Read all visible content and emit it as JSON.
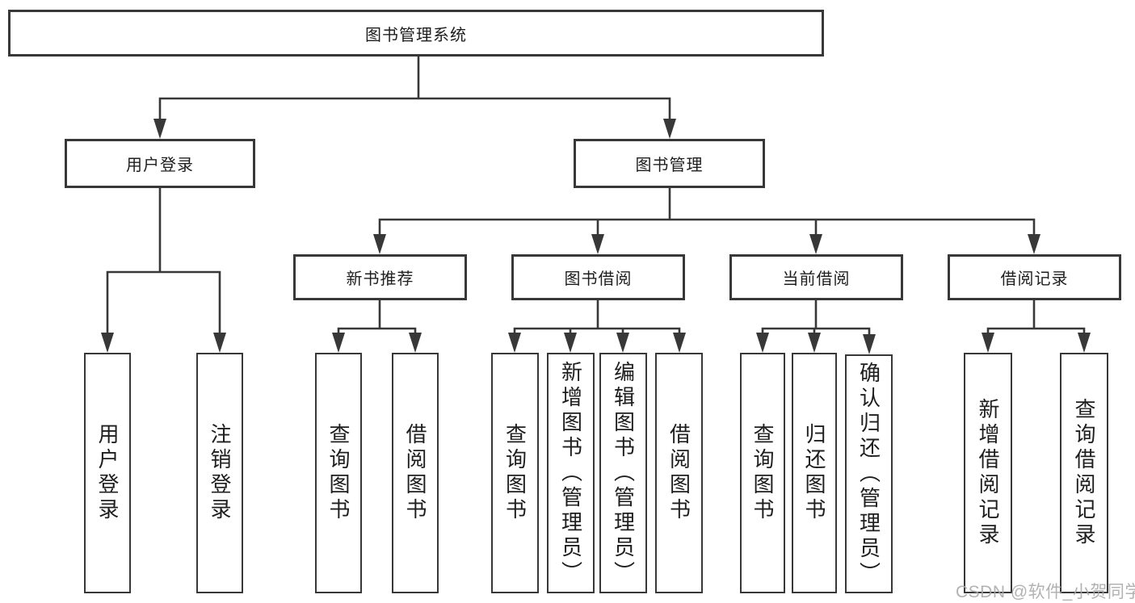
{
  "diagram": {
    "root": {
      "label": "图书管理系统"
    },
    "level2": [
      {
        "label": "用户登录"
      },
      {
        "label": "图书管理"
      }
    ],
    "level3": [
      {
        "label": "新书推荐"
      },
      {
        "label": "图书借阅"
      },
      {
        "label": "当前借阅"
      },
      {
        "label": "借阅记录"
      }
    ],
    "leaves": {
      "user_login": [
        {
          "label": "用户登录"
        },
        {
          "label": "注销登录"
        }
      ],
      "new_book_recommend": [
        {
          "label": "查询图书"
        },
        {
          "label": "借阅图书"
        }
      ],
      "book_borrow": [
        {
          "label": "查询图书"
        },
        {
          "label": "新增图书（管理员）"
        },
        {
          "label": "编辑图书（管理员）"
        },
        {
          "label": "借阅图书"
        }
      ],
      "current_borrow": [
        {
          "label": "查询图书"
        },
        {
          "label": "归还图书"
        },
        {
          "label": "确认归还（管理员）"
        }
      ],
      "borrow_records": [
        {
          "label": "新增借阅记录"
        },
        {
          "label": "查询借阅记录"
        }
      ]
    }
  },
  "colors": {
    "line": "#383838",
    "text": "#1e1e1e",
    "background": "#ffffff",
    "watermark": "#a8a8a8"
  },
  "watermark": "CSDN @软件_小贺同学"
}
